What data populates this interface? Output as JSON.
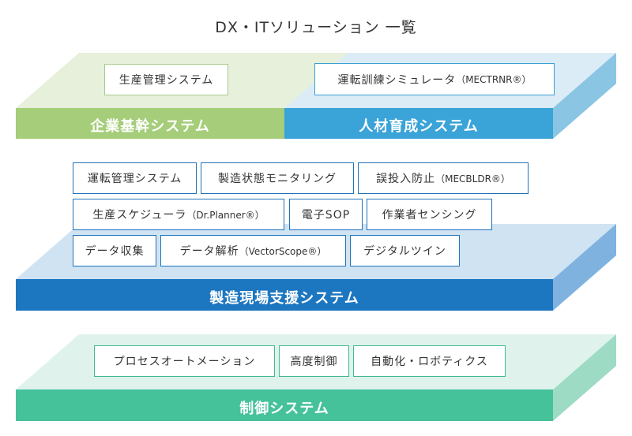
{
  "title": "DX・ITソリューション 一覧",
  "colors": {
    "enterprise_band": "#a5cd7a",
    "hr_band": "#3aa3d8",
    "site_band": "#1d76c0",
    "control_band": "#46c29b"
  },
  "tiers": {
    "enterprise": {
      "label": "企業基幹システム",
      "items": [
        "生産管理システム"
      ]
    },
    "hr": {
      "label": "人材育成システム",
      "items": [
        {
          "text": "運転訓練シミュレータ",
          "suffix": "（MECTRNR®）"
        }
      ]
    },
    "site": {
      "label": "製造現場支援システム",
      "items": [
        {
          "text": "運転管理システム",
          "suffix": ""
        },
        {
          "text": "製造状態モニタリング",
          "suffix": ""
        },
        {
          "text": "誤投入防止",
          "suffix": "（MECBLDR®）"
        },
        {
          "text": "生産スケジューラ",
          "suffix": "（Dr.Planner®）"
        },
        {
          "text": "電子SOP",
          "suffix": ""
        },
        {
          "text": "作業者センシング",
          "suffix": ""
        },
        {
          "text": "データ収集",
          "suffix": ""
        },
        {
          "text": "データ解析",
          "suffix": "（VectorScope®）"
        },
        {
          "text": "デジタルツイン",
          "suffix": ""
        }
      ]
    },
    "control": {
      "label": "制御システム",
      "items": [
        "プロセスオートメーション",
        "高度制御",
        "自動化・ロボティクス"
      ]
    }
  }
}
